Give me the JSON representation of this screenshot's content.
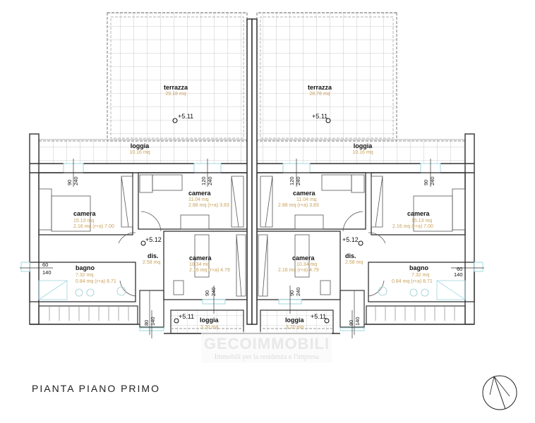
{
  "title": "PIANTA PIANO PRIMO",
  "watermark": {
    "brand": "GECOIMMOBILI",
    "tagline": "Immobili per la residenza e l'impresa"
  },
  "colors": {
    "wall": "#333333",
    "area_text": "#c9a15a",
    "window": "#9fd8e0",
    "grid": "#bbbbbb"
  },
  "left_unit": {
    "terrazza": {
      "name": "terrazza",
      "area": "29.18 mq",
      "level": "+5.11"
    },
    "loggia": {
      "name": "loggia",
      "area": "10.16 mq"
    },
    "camera_main": {
      "name": "camera",
      "area": "15.13 mq",
      "extra": "2.16 mq (r+a)  7.00",
      "window_top": "90",
      "window_bottom": "240"
    },
    "camera_mid": {
      "name": "camera",
      "area": "11.04 mq",
      "extra": "2.88 mq (r+a)  3.83",
      "window_top": "120",
      "window_bottom": "240"
    },
    "dis": {
      "name": "dis.",
      "area": "2.58 mq",
      "level": "+5.12"
    },
    "camera_small": {
      "name": "camera",
      "area": "10.34 mq",
      "extra": "2.16 mq (r+a)  4.79",
      "window_top": "90",
      "window_bottom": "240"
    },
    "bagno": {
      "name": "bagno",
      "area": "7.32 mq",
      "extra": "0.84 mq (r+a)  8.71",
      "window_top": "60",
      "window_bottom": "140"
    },
    "stair_window": {
      "top": "80",
      "bottom": "140"
    },
    "loggia_small": {
      "name": "loggia",
      "area": "3.20 mq",
      "level": "+5.11"
    }
  },
  "right_unit": {
    "terrazza": {
      "name": "terrazza",
      "area": "28.78 mq",
      "level": "+5.11"
    },
    "loggia": {
      "name": "loggia",
      "area": "10.16 mq"
    },
    "camera_main": {
      "name": "camera",
      "area": "15.13 mq",
      "extra": "2.16 mq (r+a)  7.00",
      "window_top": "90",
      "window_bottom": "240"
    },
    "camera_mid": {
      "name": "camera",
      "area": "11.04 mq",
      "extra": "2.88 mq (r+a)  3.83",
      "window_top": "120",
      "window_bottom": "240"
    },
    "dis": {
      "name": "dis.",
      "area": "2.58 mq",
      "level": "+5.12"
    },
    "camera_small": {
      "name": "camera",
      "area": "10.34 mq",
      "extra": "2.16 mq (r+a)  4.79",
      "window_top": "90",
      "window_bottom": "240"
    },
    "bagno": {
      "name": "bagno",
      "area": "7.32 mq",
      "extra": "0.84 mq (r+a)  8.71",
      "window_top": "60",
      "window_bottom": "140"
    },
    "stair_window": {
      "top": "80",
      "bottom": "140"
    },
    "loggia_small": {
      "name": "loggia",
      "area": "3.20 mq",
      "level": "+5.11"
    }
  }
}
